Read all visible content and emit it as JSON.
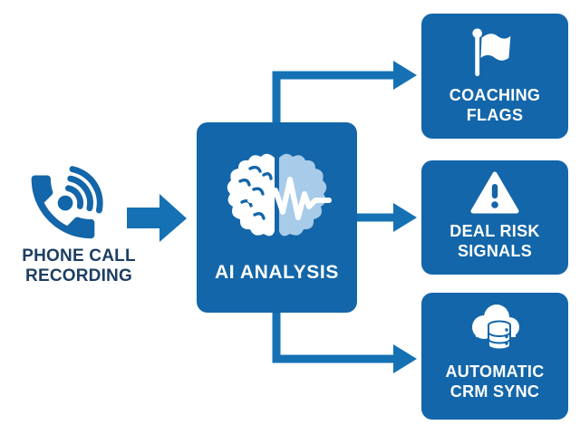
{
  "diagram": {
    "nodes": {
      "source": {
        "line1": "PHONE CALL",
        "line2": "RECORDING",
        "icon": "phone-sound-waves-icon"
      },
      "process": {
        "label": "AI ANALYSIS",
        "icon": "brain-waveform-icon"
      },
      "outputs": [
        {
          "line1": "COACHING",
          "line2": "FLAGS",
          "icon": "flag-icon"
        },
        {
          "line1": "DEAL RISK",
          "line2": "SIGNALS",
          "icon": "warning-triangle-icon"
        },
        {
          "line1": "AUTOMATIC",
          "line2": "CRM SYNC",
          "icon": "cloud-database-icon"
        }
      ]
    },
    "colors": {
      "primary_blue": "#1366a9",
      "arrow_blue": "#1571b4",
      "navy_text": "#1e3e62",
      "light_blue": "#a7cbe9",
      "background": "#ffffff"
    }
  }
}
